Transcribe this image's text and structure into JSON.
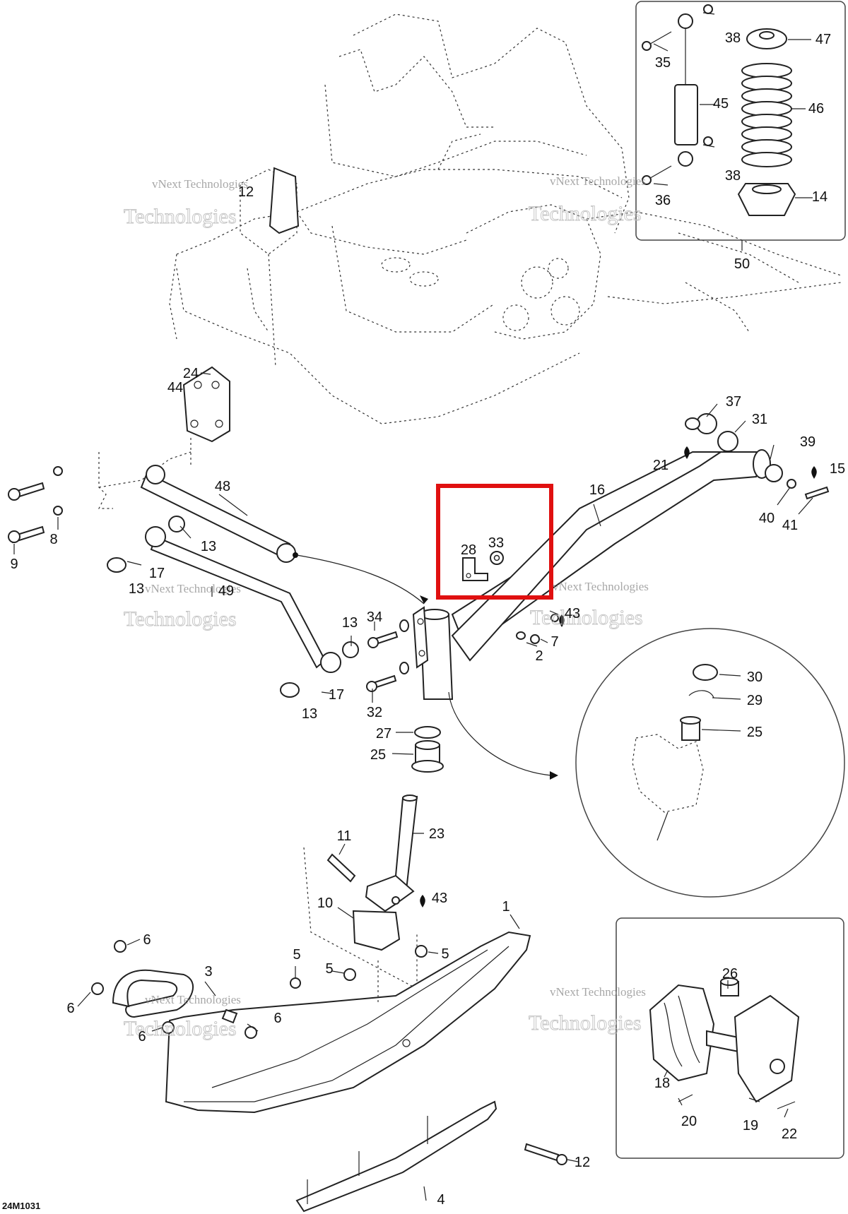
{
  "diagram": {
    "figure_code": "24M1031",
    "watermark_line1": "vNext Technologies",
    "watermark_line2": "Technologies",
    "highlight_color": "#e01010",
    "callouts": [
      {
        "id": "c12a",
        "label": "12"
      },
      {
        "id": "c38a",
        "label": "38"
      },
      {
        "id": "c35",
        "label": "35"
      },
      {
        "id": "c47",
        "label": "47"
      },
      {
        "id": "c45",
        "label": "45"
      },
      {
        "id": "c46",
        "label": "46"
      },
      {
        "id": "c38b",
        "label": "38"
      },
      {
        "id": "c36",
        "label": "36"
      },
      {
        "id": "c14",
        "label": "14"
      },
      {
        "id": "c50",
        "label": "50"
      },
      {
        "id": "c24",
        "label": "24"
      },
      {
        "id": "c44",
        "label": "44"
      },
      {
        "id": "c37",
        "label": "37"
      },
      {
        "id": "c31",
        "label": "31"
      },
      {
        "id": "c39",
        "label": "39"
      },
      {
        "id": "c21",
        "label": "21"
      },
      {
        "id": "c15",
        "label": "15"
      },
      {
        "id": "c16",
        "label": "16"
      },
      {
        "id": "c40",
        "label": "40"
      },
      {
        "id": "c41",
        "label": "41"
      },
      {
        "id": "c48",
        "label": "48"
      },
      {
        "id": "c9",
        "label": "9"
      },
      {
        "id": "c8",
        "label": "8"
      },
      {
        "id": "c13a",
        "label": "13"
      },
      {
        "id": "c17a",
        "label": "17"
      },
      {
        "id": "c13b",
        "label": "13"
      },
      {
        "id": "c49",
        "label": "49"
      },
      {
        "id": "c28",
        "label": "28"
      },
      {
        "id": "c33",
        "label": "33"
      },
      {
        "id": "c13c",
        "label": "13"
      },
      {
        "id": "c34",
        "label": "34"
      },
      {
        "id": "c43a",
        "label": "43"
      },
      {
        "id": "c7",
        "label": "7"
      },
      {
        "id": "c2",
        "label": "2"
      },
      {
        "id": "c13d",
        "label": "13"
      },
      {
        "id": "c17b",
        "label": "17"
      },
      {
        "id": "c32",
        "label": "32"
      },
      {
        "id": "c30",
        "label": "30"
      },
      {
        "id": "c29",
        "label": "29"
      },
      {
        "id": "c25a",
        "label": "25"
      },
      {
        "id": "c27",
        "label": "27"
      },
      {
        "id": "c25b",
        "label": "25"
      },
      {
        "id": "c23",
        "label": "23"
      },
      {
        "id": "c11",
        "label": "11"
      },
      {
        "id": "c10",
        "label": "10"
      },
      {
        "id": "c43b",
        "label": "43"
      },
      {
        "id": "c1",
        "label": "1"
      },
      {
        "id": "c6a",
        "label": "6"
      },
      {
        "id": "c3",
        "label": "3"
      },
      {
        "id": "c5a",
        "label": "5"
      },
      {
        "id": "c5b",
        "label": "5"
      },
      {
        "id": "c5c",
        "label": "5"
      },
      {
        "id": "c26",
        "label": "26"
      },
      {
        "id": "c6b",
        "label": "6"
      },
      {
        "id": "c6c",
        "label": "6"
      },
      {
        "id": "c6d",
        "label": "6"
      },
      {
        "id": "c18",
        "label": "18"
      },
      {
        "id": "c20",
        "label": "20"
      },
      {
        "id": "c19",
        "label": "19"
      },
      {
        "id": "c22",
        "label": "22"
      },
      {
        "id": "c12b",
        "label": "12"
      },
      {
        "id": "c4",
        "label": "4"
      }
    ]
  }
}
